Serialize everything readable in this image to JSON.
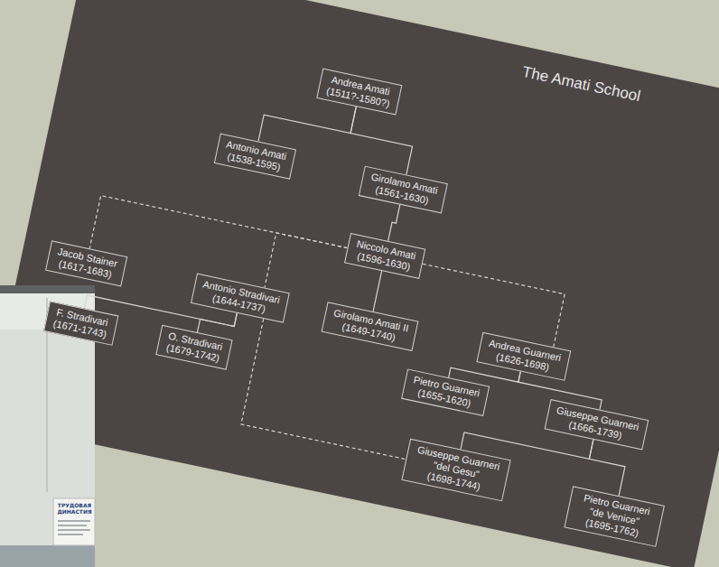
{
  "diagram": {
    "title": "The Amati School",
    "nodes": [
      {
        "text": [
          "Andrea Amati",
          "(1511?-1580?)"
        ]
      },
      {
        "text": [
          "Antonio Amati",
          "(1538-1595)"
        ]
      },
      {
        "text": [
          "Girolamo Amati",
          "(1561-1630)"
        ]
      },
      {
        "text": [
          "Niccolo Amati",
          "(1596-1630)"
        ]
      },
      {
        "text": [
          "Jacob Stainer",
          "(1617-1683)"
        ]
      },
      {
        "text": [
          "Antonio Stradivari",
          "(1644-1737)"
        ]
      },
      {
        "text": [
          "Girolamo Amati II",
          "(1649-1740)"
        ]
      },
      {
        "text": [
          "Andrea Guarneri",
          "(1626-1698)"
        ]
      },
      {
        "text": [
          "F. Stradivari",
          "(1671-1743)"
        ]
      },
      {
        "text": [
          "O. Stradivari",
          "(1679-1742)"
        ]
      },
      {
        "text": [
          "Pietro Guarneri",
          "(1655-1620)"
        ]
      },
      {
        "text": [
          "Giuseppe Guarneri",
          "(1666-1739)"
        ]
      },
      {
        "text": [
          "Giuseppe Guarneri \"del Gesu\"",
          "(1698-1744)"
        ]
      },
      {
        "text": [
          "Pietro Guarneri \"de Venice\"",
          "(1695-1762)"
        ]
      }
    ],
    "edges": [
      {
        "from": 0,
        "to": 1,
        "arrow": "none"
      },
      {
        "from": 0,
        "to": 2,
        "arrow": "none"
      },
      {
        "from": 2,
        "to": 3,
        "arrow": "none"
      },
      {
        "from": 3,
        "to": 4,
        "arrow": "none"
      },
      {
        "from": 3,
        "to": 5,
        "arrow": "none"
      },
      {
        "from": 3,
        "to": 6,
        "arrow": "none"
      },
      {
        "from": 3,
        "to": 7,
        "arrow": "none"
      },
      {
        "from": 5,
        "to": 8,
        "arrow": "none"
      },
      {
        "from": 5,
        "to": 9,
        "arrow": "none"
      },
      {
        "from": 7,
        "to": 10,
        "arrow": "none"
      },
      {
        "from": 7,
        "to": 11,
        "arrow": "none"
      },
      {
        "from": 11,
        "to": 12,
        "arrow": "none"
      },
      {
        "from": 11,
        "to": 13,
        "arrow": "none"
      },
      {
        "from": 5,
        "to": 12,
        "arrow": "none"
      }
    ],
    "labels": [
      "ТРУДОВАЯ ДИНАСТИЯ"
    ]
  }
}
